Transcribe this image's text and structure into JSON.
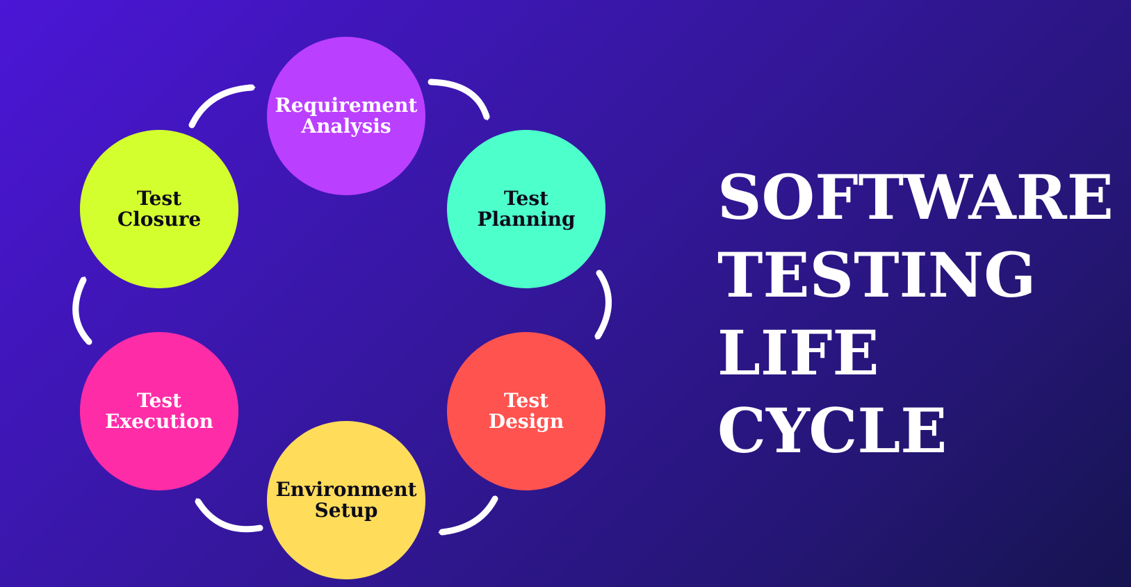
{
  "diagram": {
    "stages": [
      {
        "line1": "Requirement",
        "line2": "Analysis",
        "color": "#bb3fff",
        "text_color": "#ffffff"
      },
      {
        "line1": "Test",
        "line2": "Planning",
        "color": "#4dffcb",
        "text_color": "#0d0b1a"
      },
      {
        "line1": "Test",
        "line2": "Design",
        "color": "#ff5350",
        "text_color": "#ffffff"
      },
      {
        "line1": "Environment",
        "line2": "Setup",
        "color": "#ffdc5a",
        "text_color": "#0d0b1a"
      },
      {
        "line1": "Test",
        "line2": "Execution",
        "color": "#ff2ca8",
        "text_color": "#ffffff"
      },
      {
        "line1": "Test",
        "line2": "Closure",
        "color": "#d4ff2e",
        "text_color": "#0d0b1a"
      }
    ],
    "arrow_color": "#ffffff"
  },
  "title": {
    "lines": [
      "SOFTWARE",
      "TESTING",
      "LIFE",
      "CYCLE"
    ],
    "color": "#ffffff"
  },
  "colors": {
    "background_start": "#4b16d6",
    "background_end": "#161450"
  }
}
